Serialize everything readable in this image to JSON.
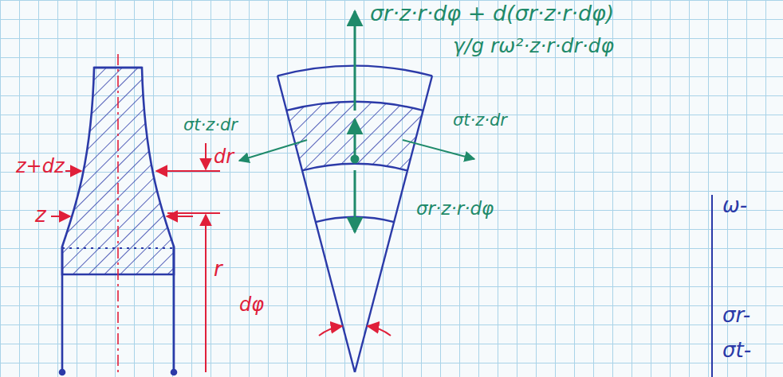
{
  "diagram": {
    "labels": [
      "z+dz",
      "z",
      "dr",
      "r",
      "dφ",
      "σr·z·r·dφ + d(σr·z·r·dφ)",
      "γ/g rω²·z·r·dr·dφ",
      "σt·z·dr",
      "σt·z·dr",
      "σr·z·r·dφ",
      "ω-",
      "σr-",
      "σt-"
    ]
  }
}
